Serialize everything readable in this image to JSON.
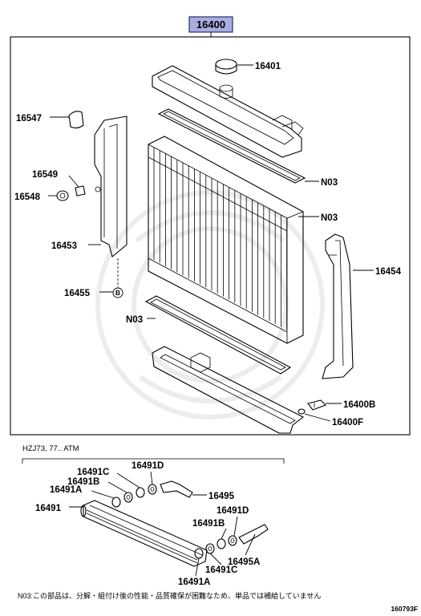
{
  "main_assembly": {
    "part_number": "16400",
    "highlight_color": "#a8aee0"
  },
  "callouts": {
    "p16401": "16401",
    "p16547": "16547",
    "p16549": "16549",
    "p16548": "16548",
    "p16453": "16453",
    "p16455": "16455",
    "p16455_circle": "B",
    "n03_top": "N03",
    "n03_mid": "N03",
    "n03_bottom": "N03",
    "p16454": "16454",
    "p16400b": "16400B",
    "p16400f": "16400F"
  },
  "atm_section": {
    "title": "HZJ73, 77.. ATM",
    "callouts": {
      "p16491c_top": "16491C",
      "p16491d_top": "16491D",
      "p16491b_top": "16491B",
      "p16491a_top": "16491A",
      "p16495": "16495",
      "p16491": "16491",
      "p16491d_bottom": "16491D",
      "p16491b_bottom": "16491B",
      "p16495a": "16495A",
      "p16491c_bottom": "16491C",
      "p16491a_bottom": "16491A"
    }
  },
  "footnote": "N03:この部品は、分解・組付け後の性能・品質確保が困難なため、単品では補給していません",
  "diagram_code": "160793F"
}
